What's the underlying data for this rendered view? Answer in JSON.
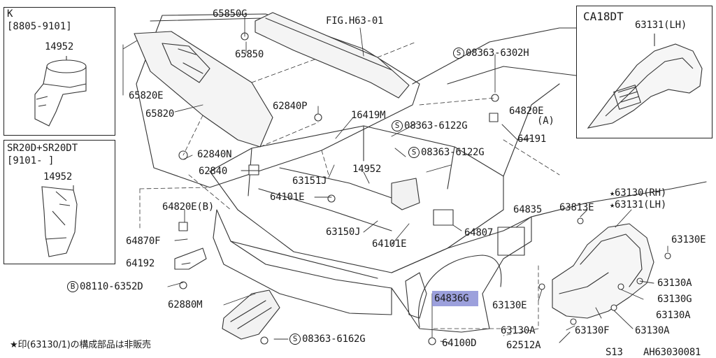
{
  "figure_id": "FIG.H63-01",
  "insets": {
    "k": {
      "title": "K",
      "date_range": "[8805-9101]",
      "part": "14952"
    },
    "sr20": {
      "title": "SR20D+SR20DT",
      "date_range": "[9101-      ]",
      "part": "14952"
    },
    "ca18dt": {
      "title": "CA18DT",
      "part": "63131(LH)"
    }
  },
  "labels": {
    "p65850g": "65850G",
    "p65850": "65850",
    "p65820e": "65820E",
    "p65820": "65820",
    "p62840p": "62840P",
    "p16419m": "16419M",
    "s08363_6302h": "08363-6302H",
    "s08363_6122g_a": "08363-6122G",
    "s08363_6122g_b": "08363-6122G",
    "p64820e": "64820E",
    "p_a": "(A)",
    "p64191": "64191",
    "p62840n": "62840N",
    "p62840": "62840",
    "p63151j": "63151J",
    "p14952": "14952",
    "p64101e_a": "64101E",
    "p64820e_b": "64820E(B)",
    "p64835": "64835",
    "p63813e": "63813E",
    "p63130_rh": "63130(RH)",
    "p63131_lh": "63131(LH)",
    "p63150j": "63150J",
    "p64807": "64807",
    "p64101e_b": "64101E",
    "p64870f": "64870F",
    "p64192": "64192",
    "p63130e_a": "63130E",
    "b08110_6352d": "08110-6352D",
    "p63130a_a": "63130A",
    "p64836g": "64836G",
    "p63130g": "63130G",
    "p62880m": "62880M",
    "p63130e_b": "63130E",
    "p63130a_b": "63130A",
    "p63130a_c": "63130A",
    "p63130f": "63130F",
    "p63130a_d": "63130A",
    "p62512a": "62512A",
    "s08363_6162g": "08363-6162G",
    "p64100d": "64100D",
    "prefix_s": "S",
    "prefix_b": "B",
    "star": "★"
  },
  "footer": {
    "note": "★印(63130/1)の構成部品は非販売",
    "model": "S13",
    "code": "AH63030081"
  },
  "colors": {
    "highlight": "#8b8fd6",
    "line": "#333333"
  }
}
